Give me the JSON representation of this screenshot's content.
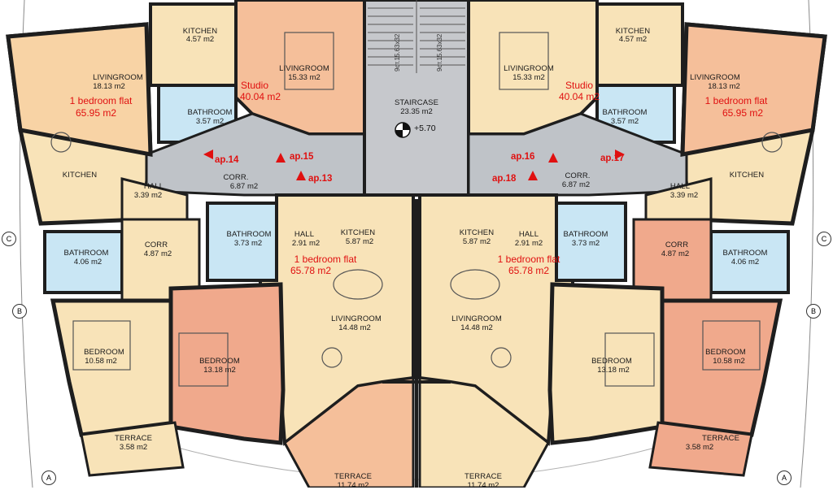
{
  "rooms": {
    "kitchen_tl": {
      "name": "KITCHEN",
      "area": "4.57 m2"
    },
    "kitchen_tr": {
      "name": "KITCHEN",
      "area": "4.57 m2"
    },
    "living_tl": {
      "name": "LIVINGROOM",
      "area": "15.33 m2"
    },
    "living_tr": {
      "name": "LIVINGROOM",
      "area": "15.33 m2"
    },
    "living_l": {
      "name": "LIVINGROOM",
      "area": "18.13 m2"
    },
    "living_r": {
      "name": "LIVINGROOM",
      "area": "18.13 m2"
    },
    "bath_tl": {
      "name": "BATHROOM",
      "area": "3.57 m2"
    },
    "bath_tr": {
      "name": "BATHROOM",
      "area": "3.57 m2"
    },
    "staircase": {
      "name": "STAIRCASE",
      "area": "23.35 m2"
    },
    "corr_l": {
      "name": "CORR.",
      "area": "6.87 m2"
    },
    "corr_r": {
      "name": "CORR.",
      "area": "6.87 m2"
    },
    "kitchen_l": {
      "name": "KITCHEN"
    },
    "kitchen_r": {
      "name": "KITCHEN"
    },
    "hall_l": {
      "name": "HALL",
      "area": "3.39 m2"
    },
    "hall_r": {
      "name": "HALL",
      "area": "3.39 m2"
    },
    "bath_cl": {
      "name": "BATHROOM",
      "area": "3.73 m2"
    },
    "bath_cr": {
      "name": "BATHROOM",
      "area": "3.73 m2"
    },
    "hall_cl": {
      "name": "HALL",
      "area": "2.91 m2"
    },
    "hall_cr": {
      "name": "HALL",
      "area": "2.91 m2"
    },
    "kitchen_cl": {
      "name": "KITCHEN",
      "area": "5.87 m2"
    },
    "kitchen_cr": {
      "name": "KITCHEN",
      "area": "5.87 m2"
    },
    "corr_ll": {
      "name": "CORR",
      "area": "4.87 m2"
    },
    "corr_rr": {
      "name": "CORR",
      "area": "4.87 m2"
    },
    "bath_ll": {
      "name": "BATHROOM",
      "area": "4.06 m2"
    },
    "bath_rr": {
      "name": "BATHROOM",
      "area": "4.06 m2"
    },
    "living_cl": {
      "name": "LIVINGROOM",
      "area": "14.48 m2"
    },
    "living_cr": {
      "name": "LIVINGROOM",
      "area": "14.48 m2"
    },
    "bed_ll": {
      "name": "BEDROOM",
      "area": "10.58 m2"
    },
    "bed_rr": {
      "name": "BEDROOM",
      "area": "10.58 m2"
    },
    "bed_cl": {
      "name": "BEDROOM",
      "area": "13.18 m2"
    },
    "bed_cr": {
      "name": "BEDROOM",
      "area": "13.18 m2"
    },
    "terr_l": {
      "name": "TERRACE",
      "area": "3.58 m2"
    },
    "terr_r": {
      "name": "TERRACE",
      "area": "3.58 m2"
    },
    "terr_cl": {
      "name": "TERRACE",
      "area": "11.74 m2"
    },
    "terr_cr": {
      "name": "TERRACE",
      "area": "11.74 m2"
    }
  },
  "flats": {
    "studio_l": {
      "name": "Studio",
      "area": "40.04 m2"
    },
    "studio_r": {
      "name": "Studio",
      "area": "40.04 m2"
    },
    "one_bed_l": {
      "name": "1 bedroom flat",
      "area": "65.95 m2"
    },
    "one_bed_r": {
      "name": "1 bedroom flat",
      "area": "65.95 m2"
    },
    "one_bed_cl": {
      "name": "1 bedroom flat",
      "area": "65.78 m2"
    },
    "one_bed_cr": {
      "name": "1 bedroom flat",
      "area": "65.78 m2"
    }
  },
  "apartments": {
    "ap13": "ap.13",
    "ap14": "ap.14",
    "ap15": "ap.15",
    "ap16": "ap.16",
    "ap17": "ap.17",
    "ap18": "ap.18"
  },
  "staircase_level": "+5.70",
  "stair_steps_left": "9ст.15.63х32",
  "stair_steps_right": "9ст.15.63х32",
  "grid_axes": {
    "a_left": "A",
    "b_left": "B",
    "c_left": "C",
    "a_right": "A",
    "b_right": "B",
    "c_right": "C"
  },
  "colors": {
    "wall": "#1e1e1e",
    "living_orange": "#f5bf9a",
    "salmon": "#f0a98c",
    "cream": "#f8e3b8",
    "bathroom_blue": "#c9e6f4",
    "corridor_gray": "#bfc3c8",
    "staircase_gray": "#c6c8cc",
    "annotation_red": "#e01010"
  }
}
